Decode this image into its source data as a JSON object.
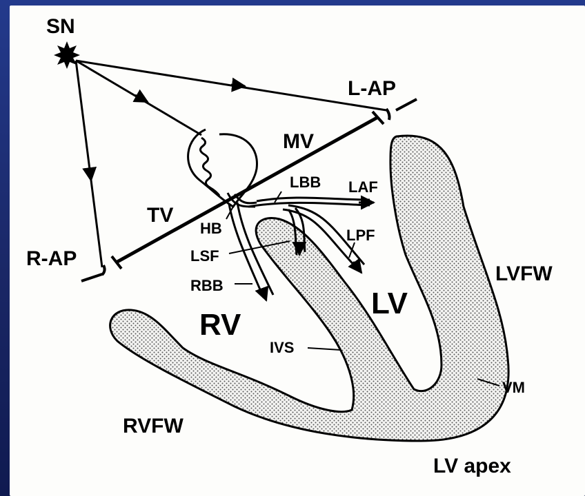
{
  "diagram": {
    "labels": {
      "sn": "SN",
      "l_ap": "L-AP",
      "r_ap": "R-AP",
      "mv": "MV",
      "tv": "TV",
      "lbb": "LBB",
      "laf": "LAF",
      "lpf": "LPF",
      "hb": "HB",
      "lsf": "LSF",
      "rbb": "RBB",
      "rv": "RV",
      "lv": "LV",
      "ivs": "IVS",
      "lvfw": "LVFW",
      "vm": "VM",
      "rvfw": "RVFW",
      "lv_apex": "LV apex"
    },
    "colors": {
      "background": "#1c2a6e",
      "paper": "#fdfdfb",
      "ink": "#000000",
      "myocardium_dots": "#555555"
    }
  }
}
